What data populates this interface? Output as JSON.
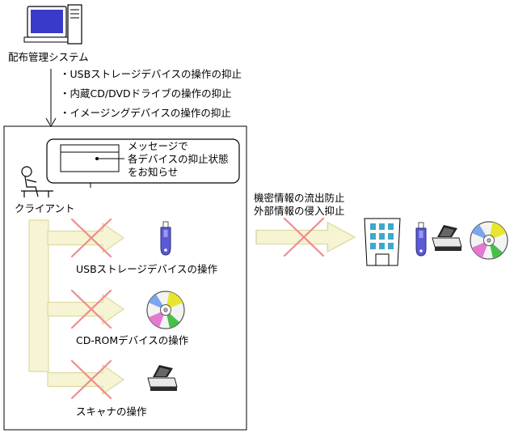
{
  "server": {
    "label": "配布管理システム"
  },
  "policies": [
    "・USBストレージデバイスの操作の抑止",
    "・内蔵CD/DVDドライブの操作の抑止",
    "・イメージングデバイスの操作の抑止"
  ],
  "client": {
    "label": "クライアント",
    "message_lines": [
      "メッセージで",
      "各デバイスの抑止状態",
      "をお知らせ"
    ]
  },
  "devices": [
    {
      "label": "USBストレージデバイスの操作",
      "icon": "usb-drive-icon"
    },
    {
      "label": "CD-ROMデバイスの操作",
      "icon": "cd-disc-icon"
    },
    {
      "label": "スキャナの操作",
      "icon": "scanner-icon"
    }
  ],
  "external": {
    "lines": [
      "機密情報の流出防止",
      "外部情報の侵入抑止"
    ],
    "icons": [
      "building-icon",
      "usb-drive-icon",
      "scanner-icon",
      "cd-disc-icon"
    ]
  },
  "colors": {
    "arrow_fill": "#f6f4d2",
    "arrow_stroke": "#ddd9a6",
    "cross": "#ee8c8c",
    "usb": "#5a5ad6"
  }
}
